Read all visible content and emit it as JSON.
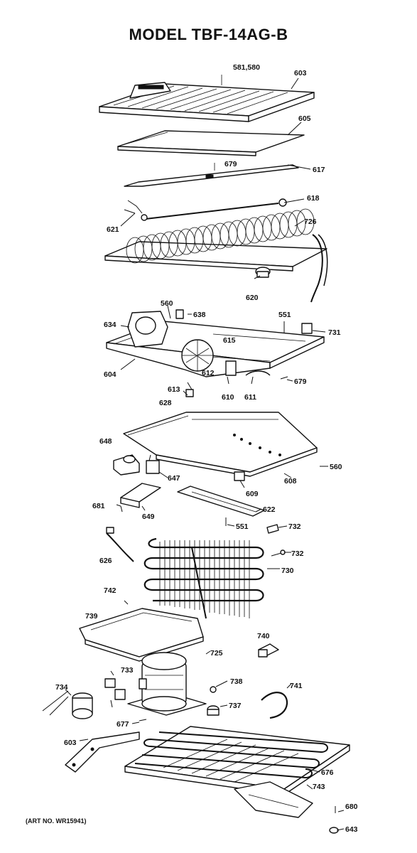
{
  "title": "MODEL TBF-14AG-B",
  "art_number": "(ART NO. WR15941)",
  "part_labels": {
    "p581_580": "581,580",
    "p603_top": "603",
    "p605": "605",
    "p679_top": "679",
    "p617": "617",
    "p618": "618",
    "p621": "621",
    "p726": "726",
    "p620": "620",
    "p560_top": "560",
    "p638": "638",
    "p634": "634",
    "p551_top": "551",
    "p731": "731",
    "p615": "615",
    "p604": "604",
    "p612": "612",
    "p679_mid": "679",
    "p613": "613",
    "p628": "628",
    "p610": "610",
    "p611": "611",
    "p648": "648",
    "p647": "647",
    "p608": "608",
    "p560_mid": "560",
    "p609": "609",
    "p681": "681",
    "p649": "649",
    "p622": "622",
    "p551_mid": "551",
    "p732_a": "732",
    "p626": "626",
    "p732_b": "732",
    "p730": "730",
    "p742": "742",
    "p739": "739",
    "p740": "740",
    "p725": "725",
    "p733": "733",
    "p734": "734",
    "p738": "738",
    "p741": "741",
    "p737": "737",
    "p677": "677",
    "p603_bot": "603",
    "p676": "676",
    "p743": "743",
    "p680": "680",
    "p643": "643"
  }
}
